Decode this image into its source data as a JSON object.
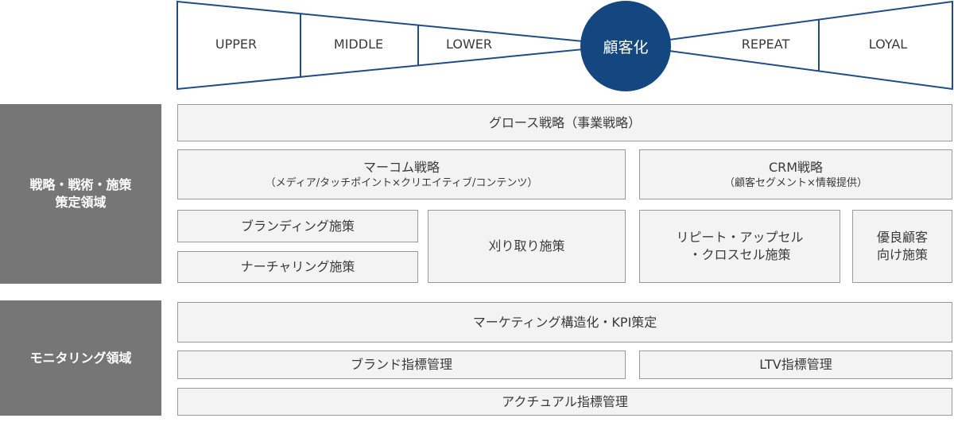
{
  "funnel": {
    "stages_left": [
      "UPPER",
      "MIDDLE",
      "LOWER"
    ],
    "center": "顧客化",
    "stages_right": [
      "REPEAT",
      "LOYAL"
    ],
    "center_color": "#14477f",
    "line_color": "#1f4e86"
  },
  "sections": {
    "strategy_lines": [
      "戦略・戦術・施策",
      "策定領域"
    ],
    "monitoring": "モニタリング領域"
  },
  "strategy": {
    "growth": "グロース戦略（事業戦略）",
    "marcom_title": "マーコム戦略",
    "marcom_sub": "（メディア/タッチポイント×クリエイティブ/コンテンツ）",
    "crm_title": "CRM戦略",
    "crm_sub": "（顧客セグメント×情報提供）",
    "branding": "ブランディング施策",
    "nurturing": "ナーチャリング施策",
    "harvest": "刈り取り施策",
    "repeat_lines": [
      "リピート・アップセル",
      "・クロスセル施策"
    ],
    "loyal_lines": [
      "優良顧客",
      "向け施策"
    ]
  },
  "monitoring": {
    "marketing_structure": "マーケティング構造化・KPI策定",
    "brand_kpi": "ブランド指標管理",
    "ltv_kpi": "LTV指標管理",
    "actual_kpi": "アクチュアル指標管理"
  }
}
